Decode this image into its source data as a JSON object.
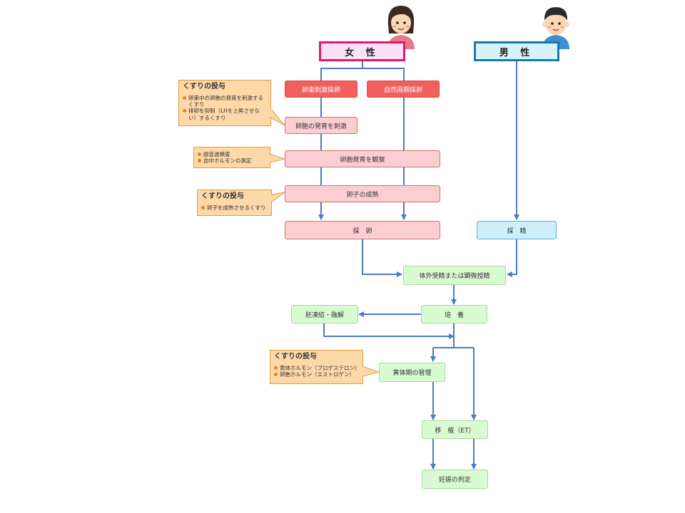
{
  "header": {
    "female": "女 性",
    "male": "男 性"
  },
  "female_path": {
    "stimulation": "卵巣刺激採卵",
    "natural": "自然周期採卵",
    "follicle_stim": "卵胞の発育を刺激",
    "follicle_monitor": "卵胞発育を観察",
    "egg_maturation": "卵子の成熟",
    "egg_retrieval": "採　卵"
  },
  "male_path": {
    "sperm_collection": "採　精"
  },
  "lab": {
    "fertilization": "体外受精または顕微授精",
    "culture": "培　養",
    "freeze": "胚凍結・融解",
    "luteal": "黄体期の管理",
    "transfer": "移　植（ET）",
    "pregnancy": "妊娠の判定"
  },
  "notes": {
    "med1": {
      "title": "くすりの投与",
      "items": [
        "卵巣中の卵胞の発育を刺激するくすり",
        "排卵を抑制（LHを上昇させない）するくすり"
      ]
    },
    "exam": {
      "items": [
        "超音波検査",
        "血中ホルモンの測定"
      ]
    },
    "med2": {
      "title": "くすりの投与",
      "items": [
        "卵子を成熟させるくすり"
      ]
    },
    "med3": {
      "title": "くすりの投与",
      "items": [
        "黄体ホルモン（プロゲステロン）",
        "卵胞ホルモン（エストロゲン）"
      ]
    }
  }
}
